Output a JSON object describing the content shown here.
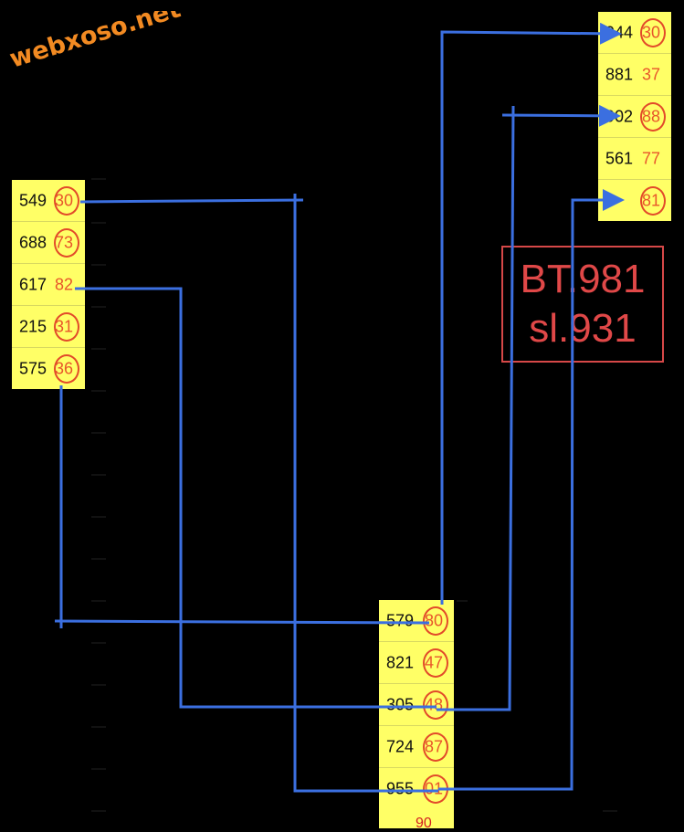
{
  "watermark": {
    "text": "webxoso.net"
  },
  "left_column": {
    "rows": [
      {
        "lead": "549",
        "tail": "30"
      },
      {
        "lead": "688",
        "tail": "73"
      },
      {
        "lead": "617",
        "tail": "82"
      },
      {
        "lead": "215",
        "tail": "31"
      },
      {
        "lead": "575",
        "tail": "36"
      }
    ]
  },
  "bottom_column": {
    "rows": [
      {
        "lead": "579",
        "tail": "80"
      },
      {
        "lead": "821",
        "tail": "47"
      },
      {
        "lead": "305",
        "tail": "48"
      },
      {
        "lead": "724",
        "tail": "87"
      },
      {
        "lead": "955",
        "tail": "01"
      }
    ],
    "partial_text": "90"
  },
  "top_right_column": {
    "rows": [
      {
        "lead": "944",
        "tail": "30"
      },
      {
        "lead": "881",
        "tail": "37"
      },
      {
        "lead": "902",
        "tail": "88"
      },
      {
        "lead": "561",
        "tail": "77"
      },
      {
        "lead": "",
        "tail": "81"
      }
    ]
  },
  "prediction": {
    "line1": "BT.981",
    "line2": "sl.931"
  },
  "colors": {
    "highlight": "#ffff66",
    "circle": "#e24a2a",
    "arrow": "#3b6fe0",
    "prediction": "#e04848"
  }
}
